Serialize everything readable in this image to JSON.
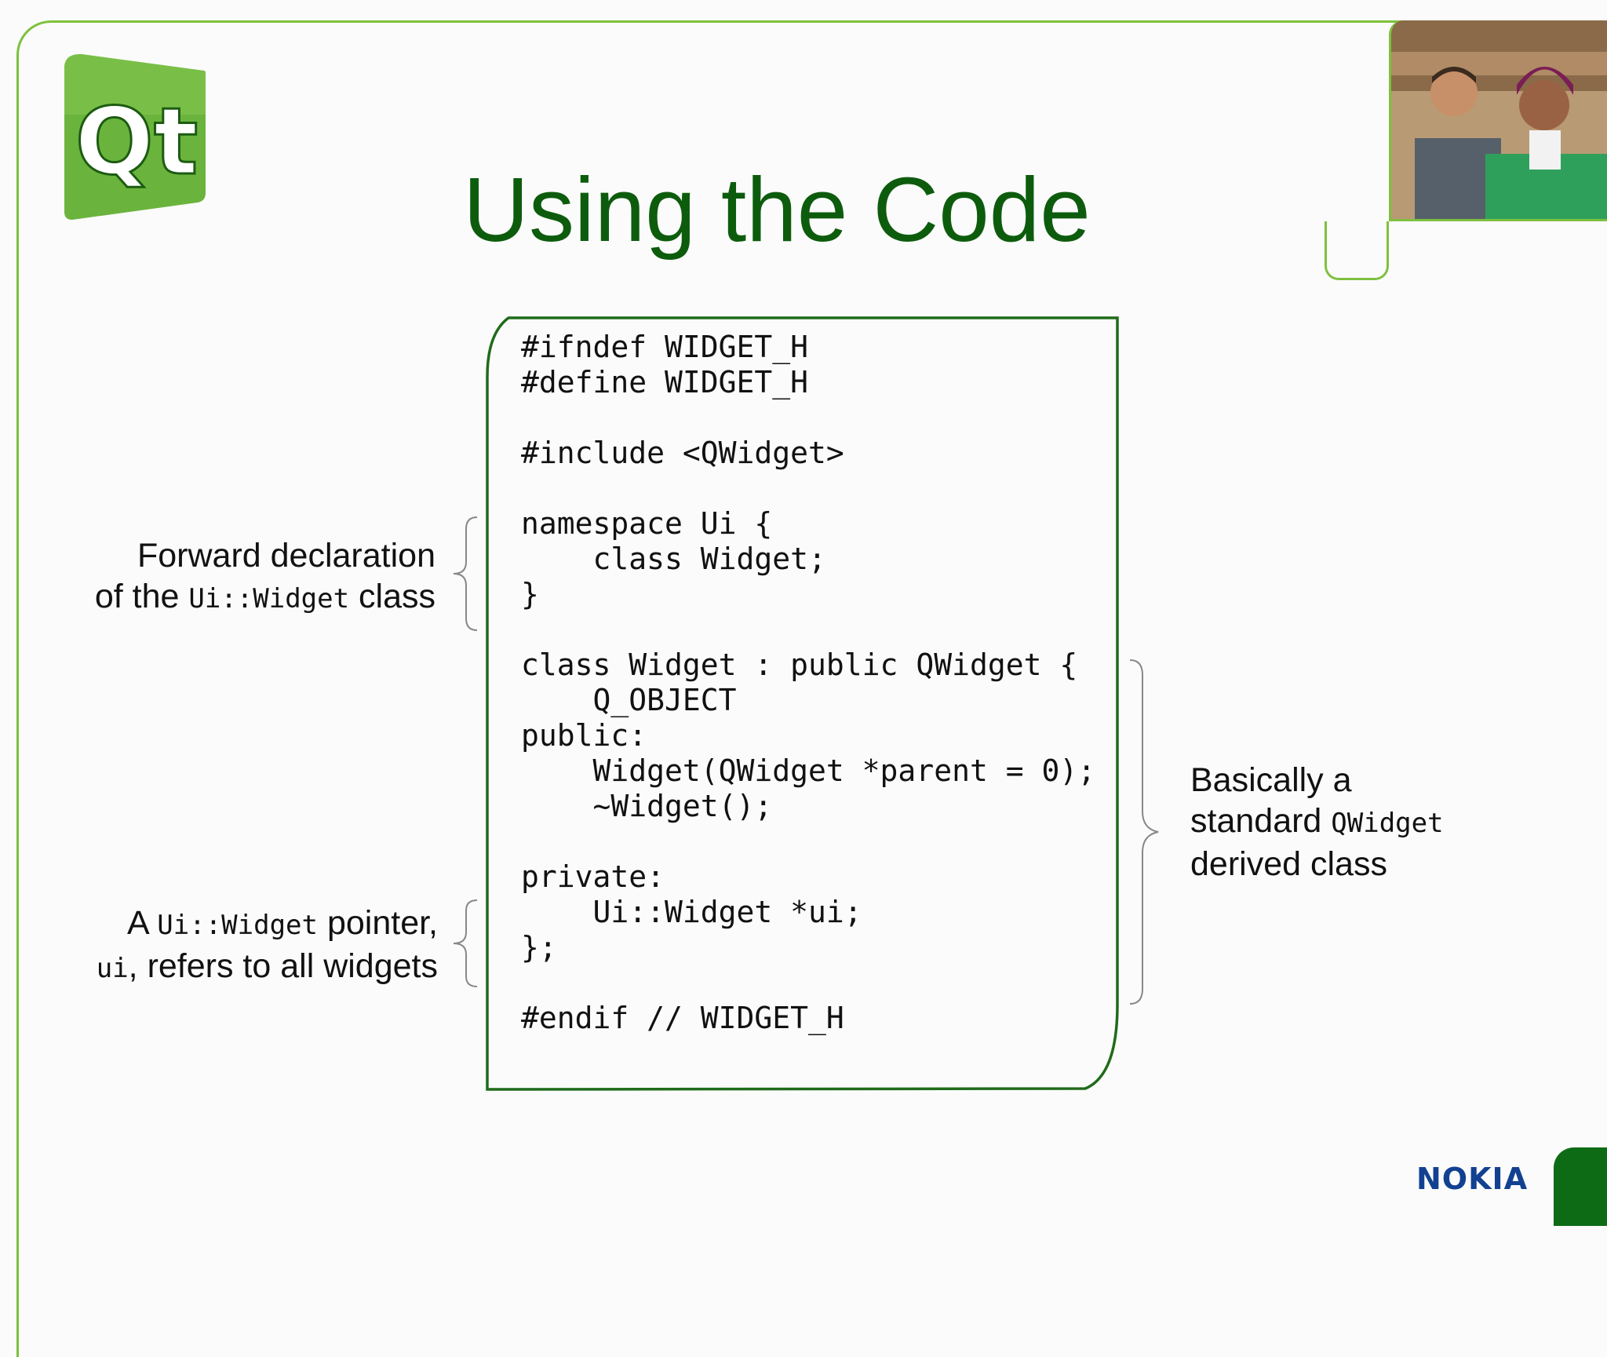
{
  "slide": {
    "title": "Using the Code",
    "logo_text": "Qt",
    "brand": "NOKIA",
    "colors": {
      "title": "#0d5c0d",
      "frame": "#7dc13f",
      "code_border": "#1f6b1a",
      "brand": "#124191"
    }
  },
  "code": {
    "lines": [
      "#ifndef WIDGET_H",
      "#define WIDGET_H",
      "",
      "#include <QWidget>",
      "",
      "namespace Ui {",
      "    class Widget;",
      "}",
      "",
      "class Widget : public QWidget {",
      "    Q_OBJECT",
      "public:",
      "    Widget(QWidget *parent = 0);",
      "    ~Widget();",
      "",
      "private:",
      "    Ui::Widget *ui;",
      "};",
      "",
      "#endif // WIDGET_H"
    ]
  },
  "annotations": {
    "forward": {
      "line1": "Forward declaration",
      "pre": "of the ",
      "code": "Ui::Widget",
      "post": " class"
    },
    "pointer": {
      "pre": "A ",
      "code": "Ui::Widget",
      "post": " pointer,",
      "code2": "ui",
      "post2": ", refers to all widgets"
    },
    "derived": {
      "line1": "Basically a",
      "pre": "standard ",
      "code": "QWidget",
      "line3": "derived class"
    }
  }
}
